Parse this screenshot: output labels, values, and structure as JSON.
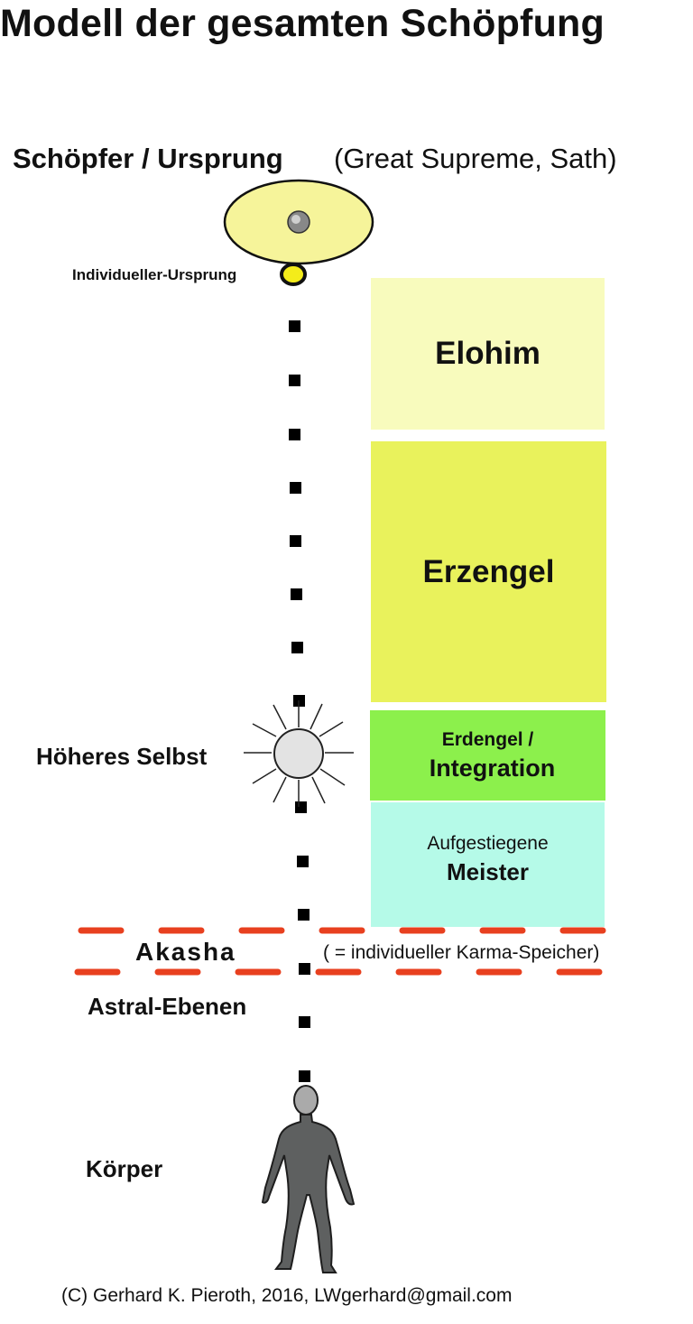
{
  "title": "Modell der gesamten Schöpfung",
  "creator": {
    "label": "Schöpfer / Ursprung",
    "names": "(Great Supreme, Sath)"
  },
  "individual_origin": "Individueller-Ursprung",
  "boxes": {
    "elohim": "Elohim",
    "erzengel": "Erzengel",
    "erdengel_line1": "Erdengel /",
    "erdengel_line2": "Integration",
    "meister_line1": "Aufgestiegene",
    "meister_line2": "Meister"
  },
  "levels": {
    "higher_self": "Höheres Selbst",
    "akasha": "Akasha",
    "akasha_note": "( = individueller Karma-Speicher)",
    "astral": "Astral-Ebenen",
    "body": "Körper"
  },
  "copyright": "(C) Gerhard K. Pieroth, 2016, LWgerhard@gmail.com",
  "colors": {
    "origin_fill": "#f6f49a",
    "elohim": "#f8fbbd",
    "erzengel": "#e9f25c",
    "erdengel": "#8cf04c",
    "meister": "#b5fae8",
    "akasha_dash": "#e8401f",
    "higher_self_fill": "#e3e3e3",
    "body_fill": "#5e6060"
  }
}
